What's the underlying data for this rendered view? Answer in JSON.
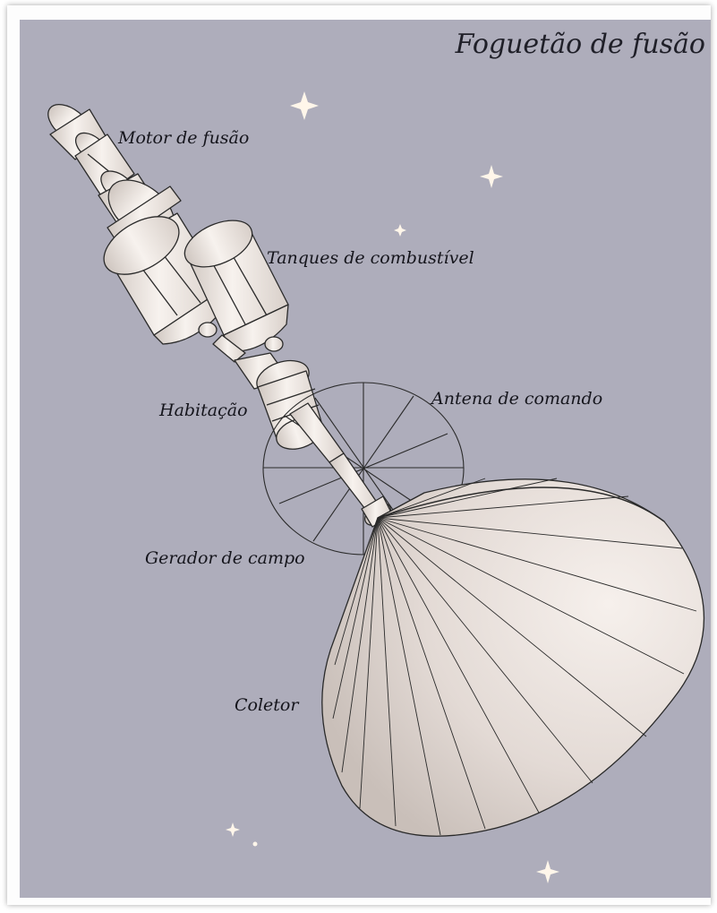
{
  "diagram": {
    "title": "Foguetão de fusão",
    "labels": {
      "motor": "Motor de fusão",
      "tanques": "Tanques de combustível",
      "habitacao": "Habitação",
      "antena": "Antena de comando",
      "gerador": "Gerador de campo",
      "coletor": "Coletor"
    }
  },
  "colors": {
    "background": "#aeadbb",
    "hull": "#ece6e2",
    "outline": "#2a2a2a",
    "star": "#fff6ea"
  }
}
